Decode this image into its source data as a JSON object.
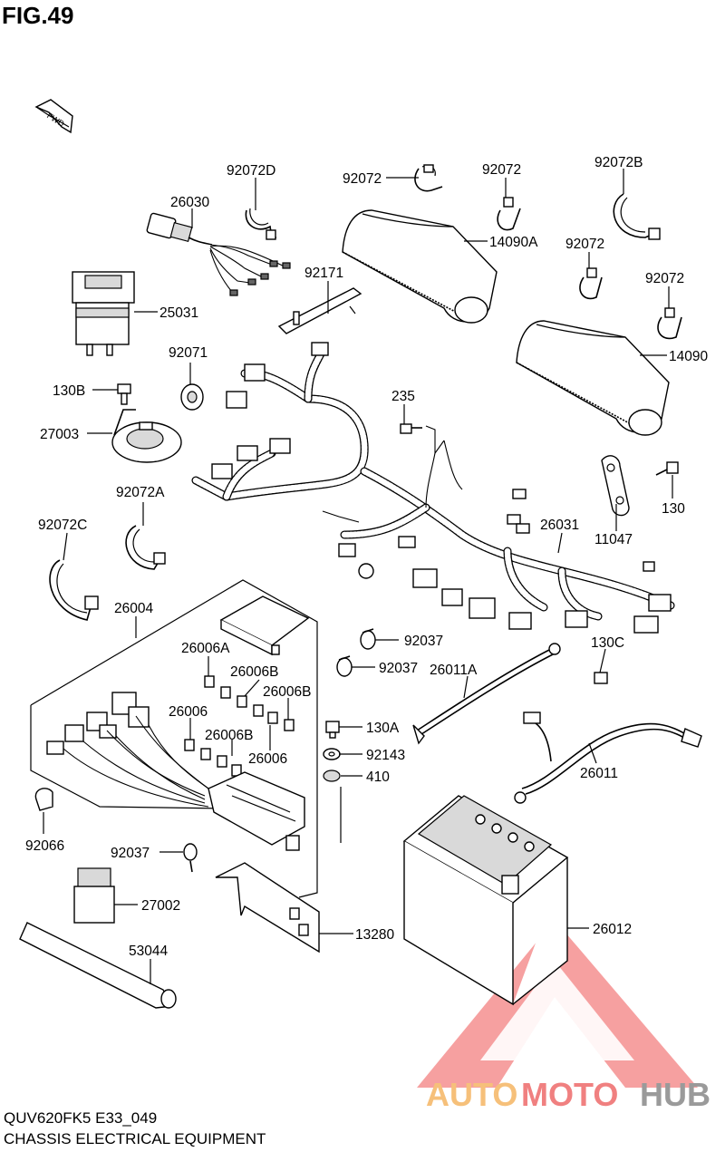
{
  "figure": {
    "title": "FIG.49",
    "direction_label": "FWD",
    "model_code": "QUV620FK5 E33_049",
    "caption": "CHASSIS ELECTRICAL EQUIPMENT"
  },
  "parts": [
    {
      "id": "p-92072D",
      "number": "92072D"
    },
    {
      "id": "p-26030",
      "number": "26030"
    },
    {
      "id": "p-92072-a",
      "number": "92072"
    },
    {
      "id": "p-92072-b",
      "number": "92072"
    },
    {
      "id": "p-92072B",
      "number": "92072B"
    },
    {
      "id": "p-14090A",
      "number": "14090A"
    },
    {
      "id": "p-92072-c",
      "number": "92072"
    },
    {
      "id": "p-92072-d",
      "number": "92072"
    },
    {
      "id": "p-92171",
      "number": "92171"
    },
    {
      "id": "p-25031",
      "number": "25031"
    },
    {
      "id": "p-14090",
      "number": "14090"
    },
    {
      "id": "p-92071",
      "number": "92071"
    },
    {
      "id": "p-130B",
      "number": "130B"
    },
    {
      "id": "p-235",
      "number": "235"
    },
    {
      "id": "p-27003",
      "number": "27003"
    },
    {
      "id": "p-130",
      "number": "130"
    },
    {
      "id": "p-92072A",
      "number": "92072A"
    },
    {
      "id": "p-11047",
      "number": "11047"
    },
    {
      "id": "p-26031",
      "number": "26031"
    },
    {
      "id": "p-92072C",
      "number": "92072C"
    },
    {
      "id": "p-26004",
      "number": "26004"
    },
    {
      "id": "p-92037-a",
      "number": "92037"
    },
    {
      "id": "p-130C",
      "number": "130C"
    },
    {
      "id": "p-26006A",
      "number": "26006A"
    },
    {
      "id": "p-92037-b",
      "number": "92037"
    },
    {
      "id": "p-26011A",
      "number": "26011A"
    },
    {
      "id": "p-26006B-a",
      "number": "26006B"
    },
    {
      "id": "p-26006B-b",
      "number": "26006B"
    },
    {
      "id": "p-26006-a",
      "number": "26006"
    },
    {
      "id": "p-130A",
      "number": "130A"
    },
    {
      "id": "p-26006B-c",
      "number": "26006B"
    },
    {
      "id": "p-92143",
      "number": "92143"
    },
    {
      "id": "p-26006-b",
      "number": "26006"
    },
    {
      "id": "p-26011",
      "number": "26011"
    },
    {
      "id": "p-410",
      "number": "410"
    },
    {
      "id": "p-92066",
      "number": "92066"
    },
    {
      "id": "p-92037-c",
      "number": "92037"
    },
    {
      "id": "p-27002",
      "number": "27002"
    },
    {
      "id": "p-26012",
      "number": "26012"
    },
    {
      "id": "p-13280",
      "number": "13280"
    },
    {
      "id": "p-53044",
      "number": "53044"
    }
  ],
  "watermark": {
    "part1": "AUTO",
    "part2": "MOTO",
    "part3": "HUB",
    "colors": {
      "auto": "#f6c07a",
      "moto": "#f08080",
      "hub": "#9a9a9a",
      "triangle": "#f26b6b"
    }
  }
}
